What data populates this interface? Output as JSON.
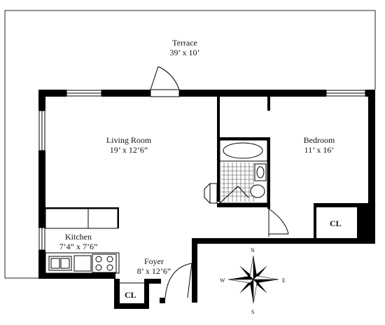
{
  "rooms": {
    "terrace": {
      "name": "Terrace",
      "size": "39’ x 10’"
    },
    "living": {
      "name": "Living Room",
      "size": "19’ x 12’6”"
    },
    "bedroom": {
      "name": "Bedroom",
      "size": "11’ x 16’"
    },
    "kitchen": {
      "name": "Kitchen",
      "size": "7’4” x 7’6”"
    },
    "foyer": {
      "name": "Foyer",
      "size": "8’ x 12’6”"
    }
  },
  "closets": {
    "bedroom_closet": "CL",
    "foyer_closet": "CL"
  },
  "compass": {
    "north": "N",
    "south": "S",
    "east": "E",
    "west": "W"
  },
  "colors": {
    "wall": "#000000",
    "background": "#ffffff",
    "line": "#111111"
  }
}
